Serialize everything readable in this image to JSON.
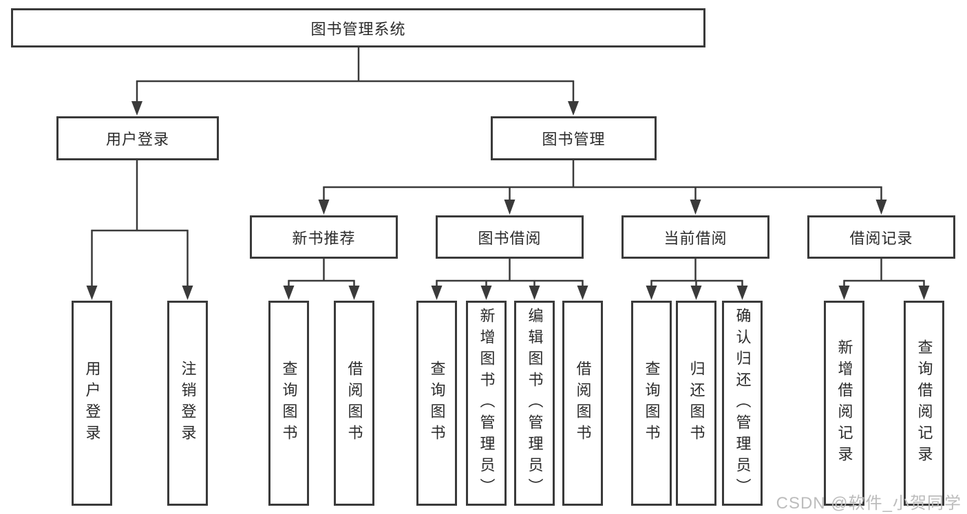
{
  "tree": {
    "label": "图书管理系统",
    "children": [
      {
        "label": "用户登录",
        "children": [
          {
            "label": "用户登录"
          },
          {
            "label": "注销登录"
          }
        ]
      },
      {
        "label": "图书管理",
        "children": [
          {
            "label": "新书推荐",
            "children": [
              {
                "label": "查询图书"
              },
              {
                "label": "借阅图书"
              }
            ]
          },
          {
            "label": "图书借阅",
            "children": [
              {
                "label": "查询图书"
              },
              {
                "label": "新增图书（管理员）"
              },
              {
                "label": "编辑图书（管理员）"
              },
              {
                "label": "借阅图书"
              }
            ]
          },
          {
            "label": "当前借阅",
            "children": [
              {
                "label": "查询图书"
              },
              {
                "label": "归还图书"
              },
              {
                "label": "确认归还（管理员）"
              }
            ]
          },
          {
            "label": "借阅记录",
            "children": [
              {
                "label": "新增借阅记录"
              },
              {
                "label": "查询借阅记录"
              }
            ]
          }
        ]
      }
    ]
  },
  "watermark": {
    "text": "CSDN @软件_小贺同学"
  },
  "colors": {
    "line": "#3a3a3a",
    "box_border": "#3a3a3a",
    "text": "#2b2b2b",
    "background": "#ffffff",
    "watermark": "#bcbcbc"
  }
}
